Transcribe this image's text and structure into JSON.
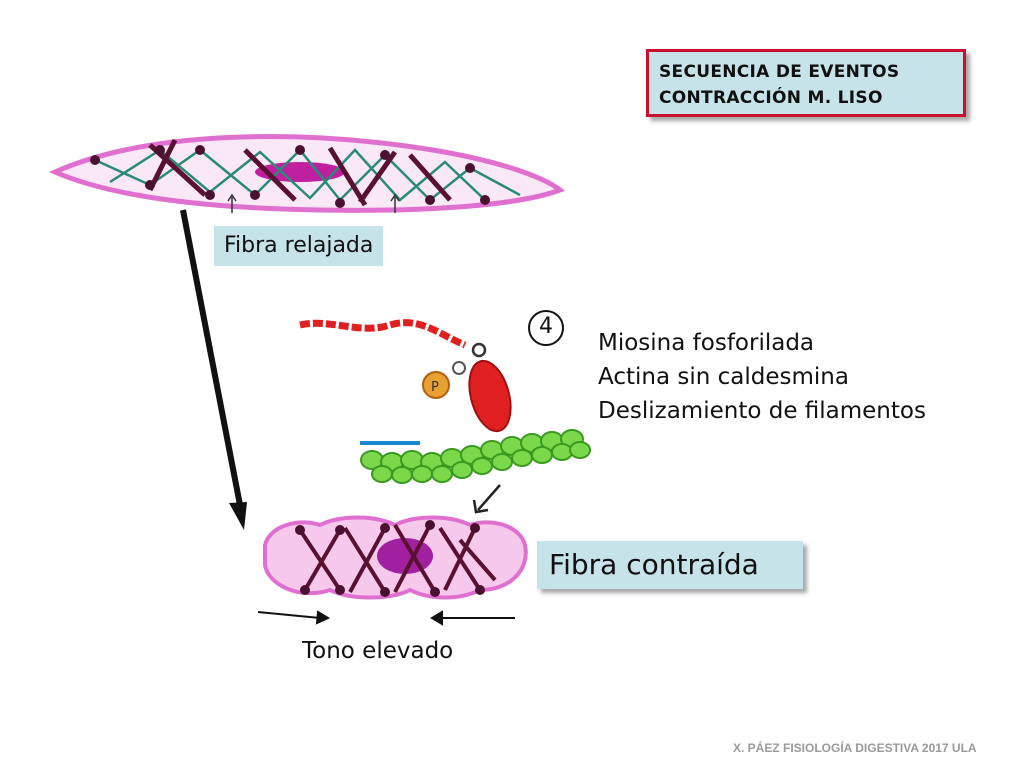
{
  "title": {
    "line1": "SECUENCIA DE EVENTOS",
    "line2": "CONTRACCIÓN M. LISO"
  },
  "labels": {
    "relaxed": "Fibra relajada",
    "contracted": "Fibra contraída",
    "tone": "Tono elevado"
  },
  "step": {
    "number": "4",
    "events": [
      "Miosina fosforilada",
      "Actina sin caldesmina",
      "Deslizamiento de filamentos"
    ],
    "phosphate_label": "P"
  },
  "footer": "X. PÁEZ   FISIOLOGÍA DIGESTIVA 2017 ULA",
  "colors": {
    "title_border": "#c8102e",
    "label_bg": "#c6e3ea",
    "membrane": "#e070d0",
    "nucleus": "#c020a0",
    "dense_body": "#4a1030",
    "myosin": "#e02020",
    "actin": "#50c830",
    "phosphate": "#e8a030"
  }
}
